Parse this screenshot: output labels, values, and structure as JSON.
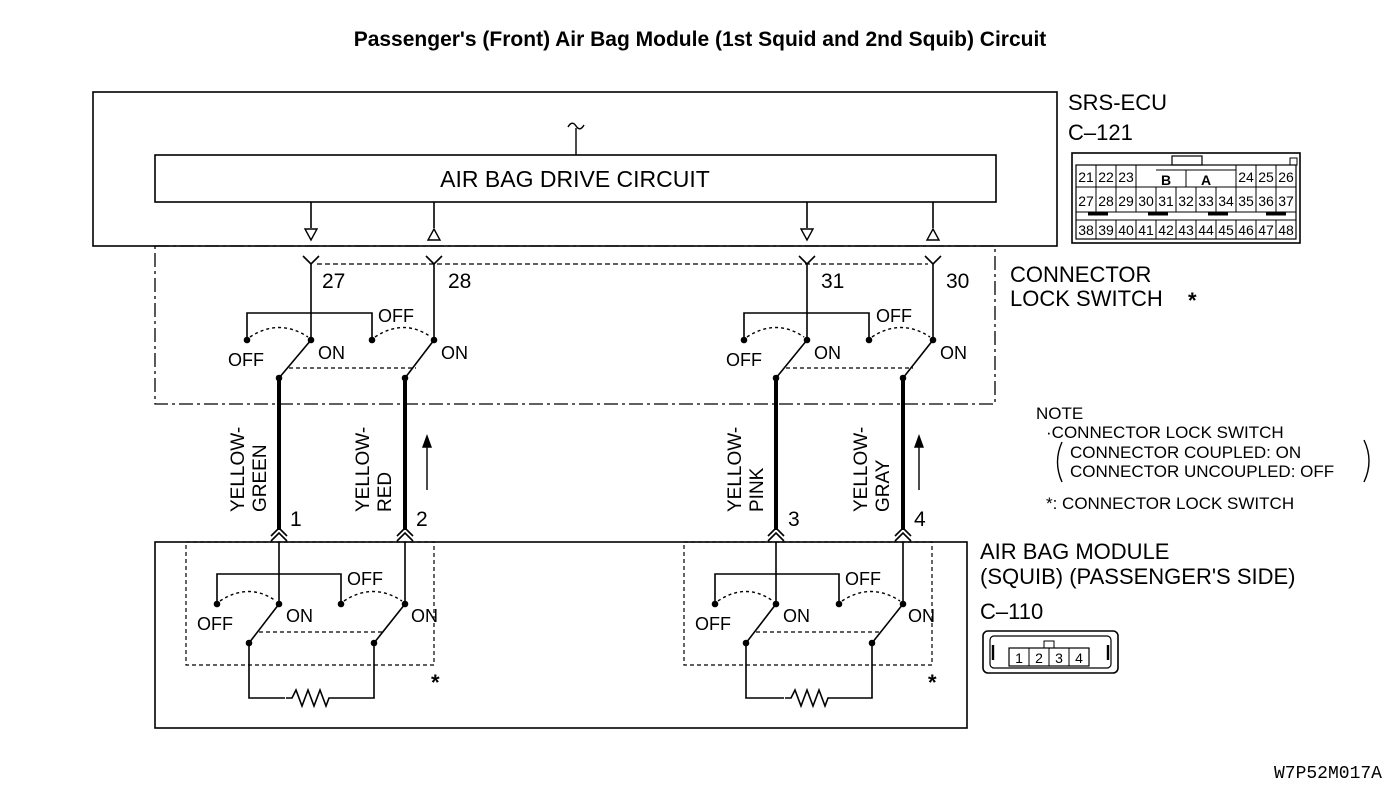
{
  "title": "Passenger's (Front) Air Bag Module (1st Squid and 2nd Squib) Circuit",
  "ecu": {
    "name": "SRS-ECU",
    "connector": "C–121",
    "drive_circuit_label": "AIR BAG DRIVE CIRCUIT",
    "connector_pins_row1_left": [
      "21",
      "22",
      "23"
    ],
    "connector_pins_row1_mid": [
      "B",
      "A"
    ],
    "connector_pins_row1_right": [
      "24",
      "25",
      "26"
    ],
    "connector_pins_row2": [
      "27",
      "28",
      "29",
      "30",
      "31",
      "32",
      "33",
      "34",
      "35",
      "36",
      "37"
    ],
    "connector_pins_row3": [
      "38",
      "39",
      "40",
      "41",
      "42",
      "43",
      "44",
      "45",
      "46",
      "47",
      "48"
    ]
  },
  "ecu_pins": [
    "27",
    "28",
    "31",
    "30"
  ],
  "lock_switch_label_line1": "CONNECTOR",
  "lock_switch_label_line2": "LOCK SWITCH",
  "star": "*",
  "switch_on": "ON",
  "switch_off": "OFF",
  "wires": [
    {
      "line1": "YELLOW-",
      "line2": "GREEN",
      "pin": "1"
    },
    {
      "line1": "YELLOW-",
      "line2": "RED",
      "pin": "2"
    },
    {
      "line1": "YELLOW-",
      "line2": "PINK",
      "pin": "3"
    },
    {
      "line1": "YELLOW-",
      "line2": "GRAY",
      "pin": "4"
    }
  ],
  "note": {
    "heading": "NOTE",
    "line1": "·CONNECTOR LOCK SWITCH",
    "line2": "CONNECTOR COUPLED: ON",
    "line3": "CONNECTOR UNCOUPLED: OFF",
    "footnote": "*: CONNECTOR LOCK SWITCH"
  },
  "module": {
    "name_line1": "AIR BAG MODULE",
    "name_line2": "(SQUIB) (PASSENGER'S SIDE)",
    "connector": "C–110",
    "connector_pins": [
      "1",
      "2",
      "3",
      "4"
    ]
  },
  "figure_code": "W7P52M017A"
}
